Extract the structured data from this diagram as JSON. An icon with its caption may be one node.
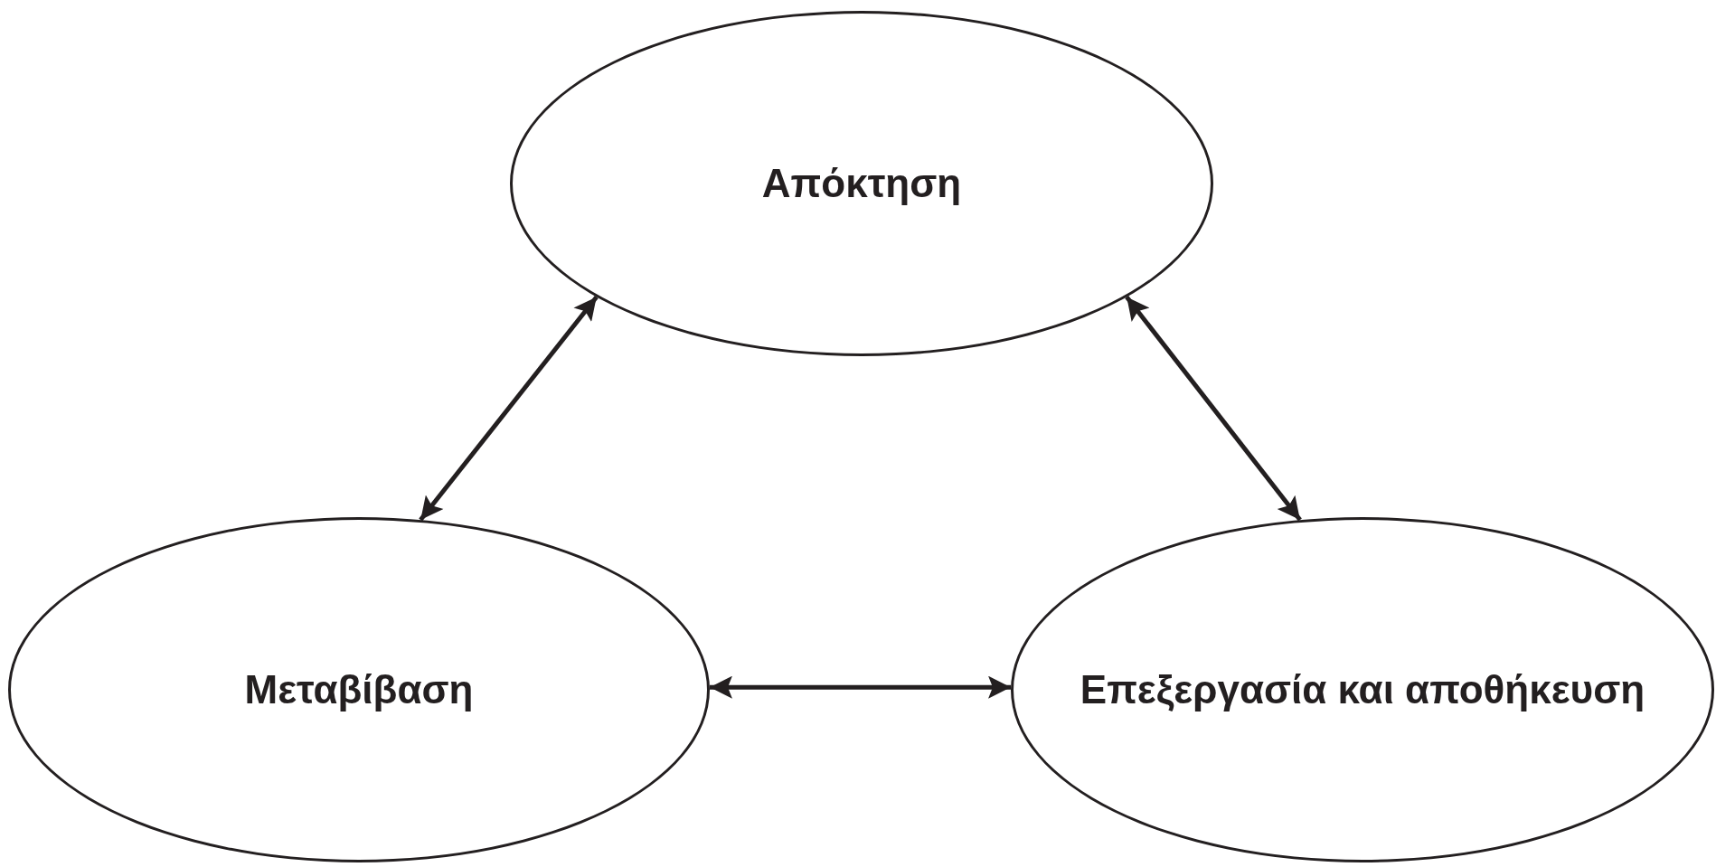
{
  "diagram": {
    "nodes": [
      {
        "text": [
          "Απόκτηση"
        ]
      },
      {
        "text": [
          "Μεταβίβαση"
        ]
      },
      {
        "text": [
          "Επεξεργασία και αποθήκευση"
        ]
      }
    ],
    "edges": [
      {
        "from": 1,
        "to": 0,
        "arrow": "both"
      },
      {
        "from": 0,
        "to": 2,
        "arrow": "both"
      },
      {
        "from": 1,
        "to": 2,
        "arrow": "both"
      }
    ]
  }
}
